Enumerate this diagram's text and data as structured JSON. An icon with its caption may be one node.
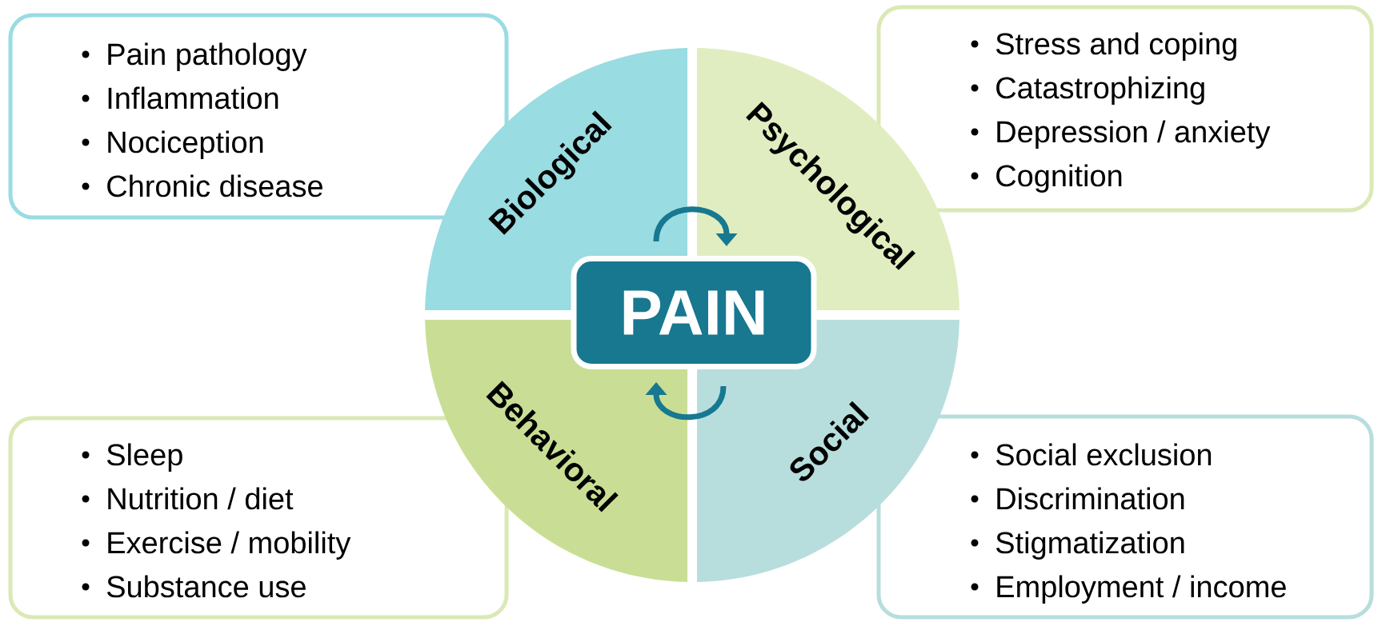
{
  "diagram": {
    "nodes": [
      {
        "text": [
          "PAIN"
        ]
      },
      {
        "text": [
          "Biological"
        ]
      },
      {
        "text": [
          "Psychological"
        ]
      },
      {
        "text": [
          "Behavioral"
        ]
      },
      {
        "text": [
          "Social"
        ]
      },
      {
        "text": [
          "Pain pathology",
          "Inflammation",
          "Nociception",
          "Chronic disease"
        ]
      },
      {
        "text": [
          "Stress and coping",
          "Catastrophizing",
          "Depression / anxiety",
          "Cognition"
        ]
      },
      {
        "text": [
          "Sleep",
          "Nutrition / diet",
          "Exercise / mobility",
          "Substance use"
        ]
      },
      {
        "text": [
          "Social exclusion",
          "Discrimination",
          "Stigmatization",
          "Employment / income"
        ]
      }
    ],
    "edges": [
      {
        "from": 1,
        "to": 2,
        "arrow": "to"
      },
      {
        "from": 4,
        "to": 3,
        "arrow": "to"
      }
    ]
  }
}
